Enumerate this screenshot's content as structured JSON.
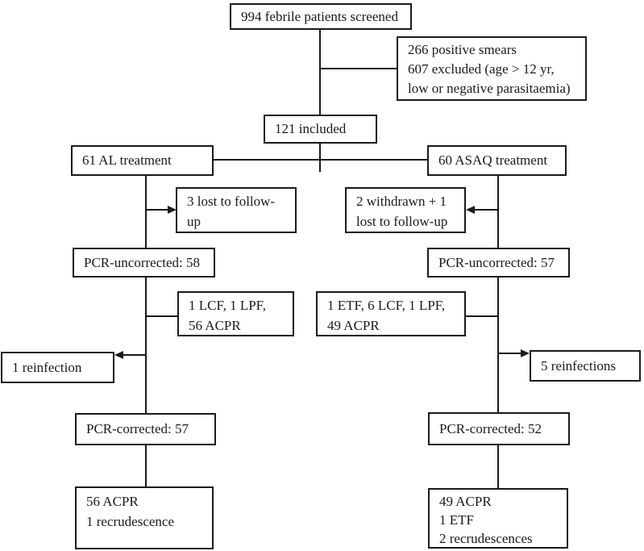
{
  "flowchart": {
    "nodes": {
      "screened": {
        "lines": [
          "994 febrile patients screened"
        ]
      },
      "excluded": {
        "lines": [
          "266 positive smears",
          "607 excluded (age > 12 yr,",
          "low or negative parasitaemia)"
        ]
      },
      "included": {
        "lines": [
          "121 included"
        ]
      },
      "al_treatment": {
        "lines": [
          "61 AL treatment"
        ]
      },
      "asaq_treatment": {
        "lines": [
          "60 ASAQ treatment"
        ]
      },
      "al_lost": {
        "lines": [
          "3 lost to follow-",
          "up"
        ]
      },
      "asaq_withdrawn": {
        "lines": [
          "2 withdrawn + 1",
          "lost to follow-up"
        ]
      },
      "al_pcr_uncorrected": {
        "lines": [
          "PCR-uncorrected: 58"
        ]
      },
      "asaq_pcr_uncorrected": {
        "lines": [
          "PCR-uncorrected: 57"
        ]
      },
      "al_outcomes": {
        "lines": [
          "1 LCF, 1 LPF,",
          "56 ACPR"
        ]
      },
      "asaq_outcomes": {
        "lines": [
          "1 ETF, 6 LCF, 1 LPF,",
          "49 ACPR"
        ]
      },
      "al_reinfection": {
        "lines": [
          "1 reinfection"
        ]
      },
      "asaq_reinfections": {
        "lines": [
          "5 reinfections"
        ]
      },
      "al_pcr_corrected": {
        "lines": [
          "PCR-corrected: 57"
        ]
      },
      "asaq_pcr_corrected": {
        "lines": [
          "PCR-corrected: 52"
        ]
      },
      "al_final": {
        "lines": [
          "56 ACPR",
          "1 recrudescence"
        ]
      },
      "asaq_final": {
        "lines": [
          "49 ACPR",
          "1 ETF",
          "2 recrudescences"
        ]
      }
    },
    "colors": {
      "line": "#1a1a1a",
      "text": "#1a1a1a",
      "background": "#ffffff"
    }
  }
}
